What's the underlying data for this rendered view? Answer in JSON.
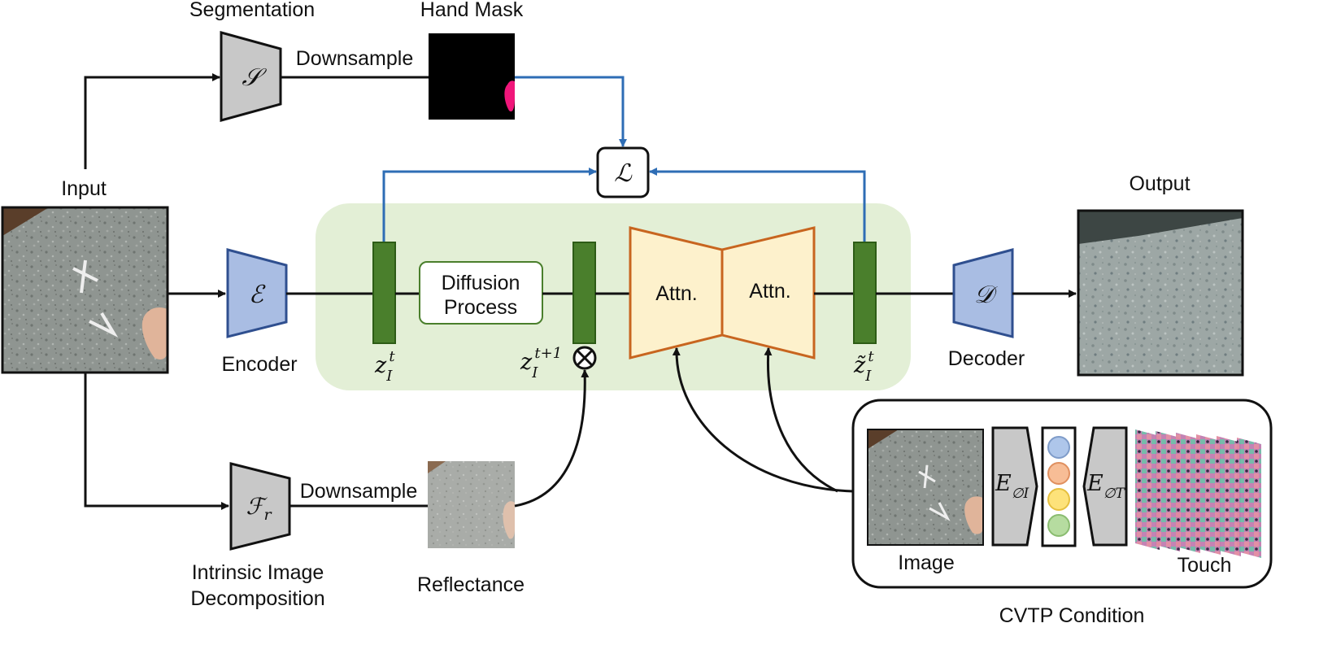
{
  "labels": {
    "segmentation": "Segmentation",
    "hand_mask": "Hand  Mask",
    "downsample_top": "Downsample",
    "input": "Input",
    "encoder": "Encoder",
    "diffusion_line1": "Diffusion",
    "diffusion_line2": "Process",
    "attn_left": "Attn.",
    "attn_right": "Attn.",
    "output": "Output",
    "decoder": "Decoder",
    "downsample_bottom": "Downsample",
    "intrinsic_line1": "Intrinsic Image",
    "intrinsic_line2": "Decomposition",
    "reflectance": "Reflectance",
    "cvtp_image": "Image",
    "cvtp_touch": "Touch",
    "cvtp_condition": "CVTP Condition"
  },
  "symbols": {
    "segmentation": "𝒮",
    "encoder": "ℰ",
    "decoder": "𝒟",
    "loss": "ℒ",
    "intrinsic": "ℱ",
    "intrinsic_sub": "r",
    "z_base": "z",
    "z_sub": "I",
    "z_sup_t": "t",
    "z_sup_t1": "t+1",
    "z_tilde": "z̃",
    "e_base": "E",
    "e_sub_i": "∅I",
    "e_sub_t": "∅T",
    "multiply": "⊗"
  },
  "colors": {
    "arrow_blue": "#2e6db5",
    "latent_green": "#4a7f2c",
    "panel_green": "#e3efd6",
    "attn_fill": "#fdf1cc",
    "attn_stroke": "#c8651f",
    "enc_fill": "#a9bde3",
    "enc_stroke": "#2f4f8f",
    "gray_block": "#c8c8c8",
    "mask_pink": "#f0167a"
  },
  "embedding_dots": [
    "#aec6ea",
    "#f7bd96",
    "#fde27a",
    "#b6dca0"
  ]
}
